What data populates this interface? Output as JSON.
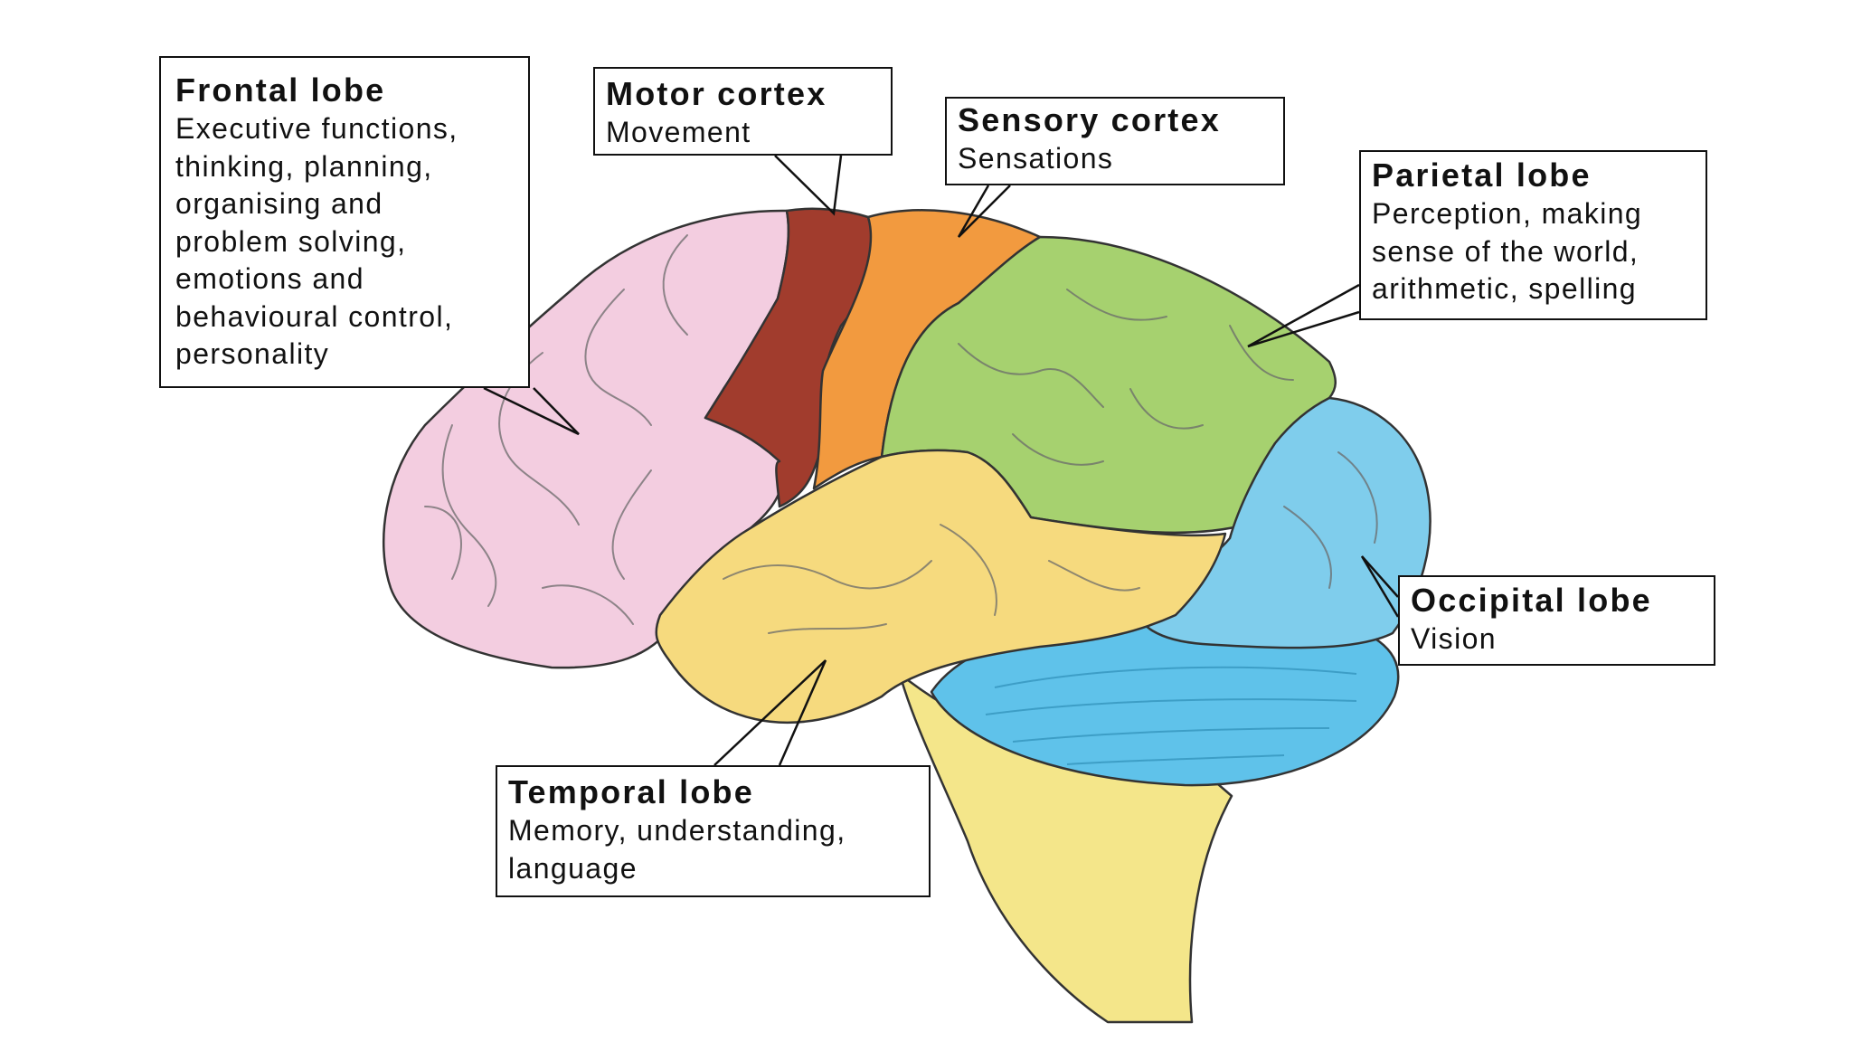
{
  "labels": {
    "frontal": {
      "title": "Frontal lobe",
      "lines": [
        "Executive functions,",
        "thinking, planning,",
        "organising and",
        "problem solving,",
        "emotions and",
        "behavioural control,",
        "personality"
      ]
    },
    "motor": {
      "title": "Motor cortex",
      "lines": [
        "Movement"
      ]
    },
    "sensory": {
      "title": "Sensory cortex",
      "lines": [
        "Sensations"
      ]
    },
    "parietal": {
      "title": "Parietal lobe",
      "lines": [
        "Perception, making",
        "sense of the world,",
        "arithmetic, spelling"
      ]
    },
    "occipital": {
      "title": "Occipital lobe",
      "lines": [
        "Vision"
      ]
    },
    "temporal": {
      "title": "Temporal lobe",
      "lines": [
        "Memory, understanding,",
        "language"
      ]
    }
  },
  "colors": {
    "frontal": "#f3cde0",
    "motor": "#a13c2d",
    "sensory": "#f29a3f",
    "parietal": "#a6d16f",
    "occipital": "#7fcdec",
    "cerebellum": "#5fc2ea",
    "temporal": "#f6da7e",
    "brainstem": "#f4e68a",
    "outline": "#333333"
  }
}
